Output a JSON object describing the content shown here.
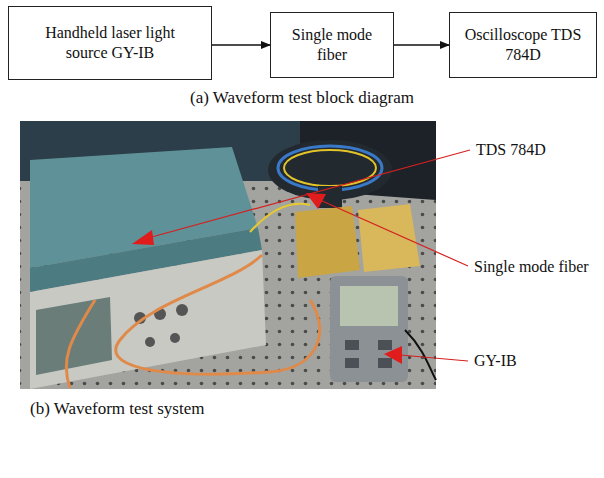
{
  "diagram": {
    "nodes": [
      {
        "text": [
          "Handheld laser light source GY-IB"
        ]
      },
      {
        "text": [
          "Single mode fiber"
        ]
      },
      {
        "text": [
          "Oscilloscope TDS 784D"
        ]
      }
    ],
    "edges": [
      {
        "from": 0,
        "to": 1,
        "arrow": "to"
      },
      {
        "from": 1,
        "to": 2,
        "arrow": "to"
      }
    ],
    "labels": [
      "(a) Waveform test block diagram",
      "TDS 784D",
      "Single mode fiber",
      "GY-IB",
      "(b) Waveform test system"
    ]
  }
}
